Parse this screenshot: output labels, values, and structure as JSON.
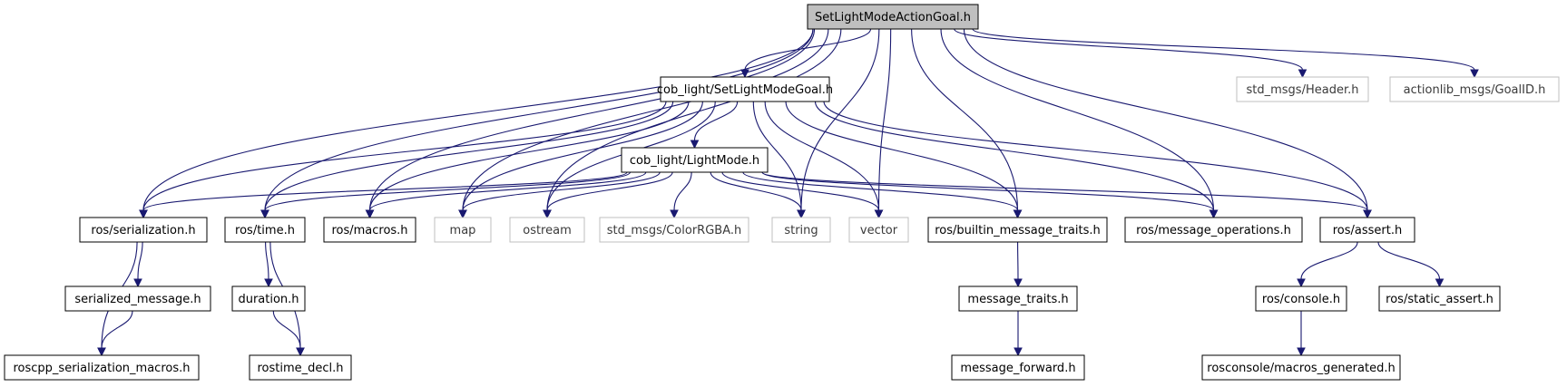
{
  "colors": {
    "edge": "#191970",
    "node_border": "#000000",
    "missing_border": "#bfbfbf",
    "root_fill": "#bfbfbf",
    "node_fill": "#ffffff"
  },
  "nodes": [
    {
      "id": "root",
      "label": "SetLightModeActionGoal.h",
      "kind": "root"
    },
    {
      "id": "goal",
      "label": "cob_light/SetLightModeGoal.h",
      "kind": "normal"
    },
    {
      "id": "header",
      "label": "std_msgs/Header.h",
      "kind": "missing"
    },
    {
      "id": "goalid",
      "label": "actionlib_msgs/GoalID.h",
      "kind": "missing"
    },
    {
      "id": "lightmode",
      "label": "cob_light/LightMode.h",
      "kind": "normal"
    },
    {
      "id": "serialization",
      "label": "ros/serialization.h",
      "kind": "normal"
    },
    {
      "id": "time",
      "label": "ros/time.h",
      "kind": "normal"
    },
    {
      "id": "macros",
      "label": "ros/macros.h",
      "kind": "normal"
    },
    {
      "id": "map",
      "label": "map",
      "kind": "missing"
    },
    {
      "id": "ostream",
      "label": "ostream",
      "kind": "missing"
    },
    {
      "id": "colorrgba",
      "label": "std_msgs/ColorRGBA.h",
      "kind": "missing"
    },
    {
      "id": "string",
      "label": "string",
      "kind": "missing"
    },
    {
      "id": "vector",
      "label": "vector",
      "kind": "missing"
    },
    {
      "id": "builtin",
      "label": "ros/builtin_message_traits.h",
      "kind": "normal"
    },
    {
      "id": "msgops",
      "label": "ros/message_operations.h",
      "kind": "normal"
    },
    {
      "id": "assert",
      "label": "ros/assert.h",
      "kind": "normal"
    },
    {
      "id": "serialized",
      "label": "serialized_message.h",
      "kind": "normal"
    },
    {
      "id": "duration",
      "label": "duration.h",
      "kind": "normal"
    },
    {
      "id": "msgtraits",
      "label": "message_traits.h",
      "kind": "normal"
    },
    {
      "id": "console",
      "label": "ros/console.h",
      "kind": "normal"
    },
    {
      "id": "staticassert",
      "label": "ros/static_assert.h",
      "kind": "normal"
    },
    {
      "id": "sermacros",
      "label": "roscpp_serialization_macros.h",
      "kind": "normal"
    },
    {
      "id": "rostimedecl",
      "label": "rostime_decl.h",
      "kind": "normal"
    },
    {
      "id": "msgforward",
      "label": "message_forward.h",
      "kind": "normal"
    },
    {
      "id": "macrosgen",
      "label": "rosconsole/macros_generated.h",
      "kind": "normal"
    }
  ],
  "edges": [
    [
      "root",
      "goal"
    ],
    [
      "root",
      "header"
    ],
    [
      "root",
      "goalid"
    ],
    [
      "root",
      "serialization"
    ],
    [
      "root",
      "time"
    ],
    [
      "root",
      "macros"
    ],
    [
      "root",
      "map"
    ],
    [
      "root",
      "ostream"
    ],
    [
      "root",
      "string"
    ],
    [
      "root",
      "vector"
    ],
    [
      "root",
      "builtin"
    ],
    [
      "root",
      "msgops"
    ],
    [
      "root",
      "assert"
    ],
    [
      "goal",
      "lightmode"
    ],
    [
      "goal",
      "serialization"
    ],
    [
      "goal",
      "time"
    ],
    [
      "goal",
      "macros"
    ],
    [
      "goal",
      "map"
    ],
    [
      "goal",
      "ostream"
    ],
    [
      "goal",
      "string"
    ],
    [
      "goal",
      "vector"
    ],
    [
      "goal",
      "builtin"
    ],
    [
      "goal",
      "msgops"
    ],
    [
      "goal",
      "assert"
    ],
    [
      "lightmode",
      "serialization"
    ],
    [
      "lightmode",
      "time"
    ],
    [
      "lightmode",
      "macros"
    ],
    [
      "lightmode",
      "map"
    ],
    [
      "lightmode",
      "ostream"
    ],
    [
      "lightmode",
      "colorrgba"
    ],
    [
      "lightmode",
      "string"
    ],
    [
      "lightmode",
      "vector"
    ],
    [
      "lightmode",
      "builtin"
    ],
    [
      "lightmode",
      "msgops"
    ],
    [
      "lightmode",
      "assert"
    ],
    [
      "serialization",
      "serialized"
    ],
    [
      "serialization",
      "sermacros"
    ],
    [
      "serialized",
      "sermacros"
    ],
    [
      "time",
      "duration"
    ],
    [
      "time",
      "rostimedecl"
    ],
    [
      "duration",
      "rostimedecl"
    ],
    [
      "builtin",
      "msgtraits"
    ],
    [
      "msgtraits",
      "msgforward"
    ],
    [
      "assert",
      "console"
    ],
    [
      "assert",
      "staticassert"
    ],
    [
      "console",
      "macrosgen"
    ]
  ]
}
